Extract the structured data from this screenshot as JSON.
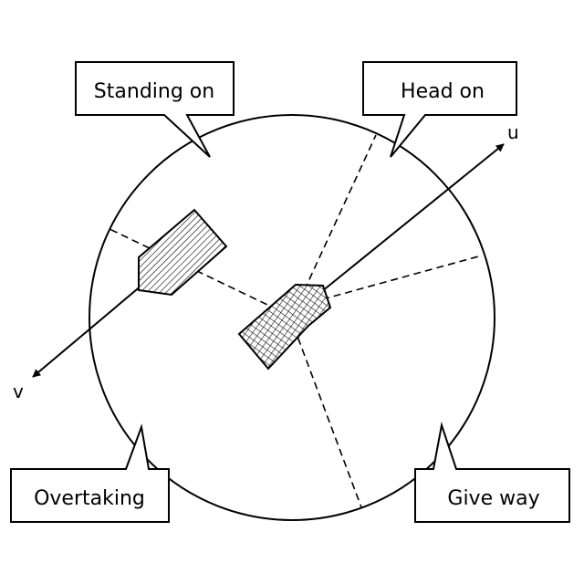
{
  "labels": {
    "standing_on": "Standing on",
    "head_on": "Head on",
    "give_way": "Give way",
    "overtaking": "Overtaking"
  },
  "axes": {
    "u": "u",
    "v": "v"
  },
  "colors": {
    "line": "#000000",
    "background": "#ffffff"
  }
}
